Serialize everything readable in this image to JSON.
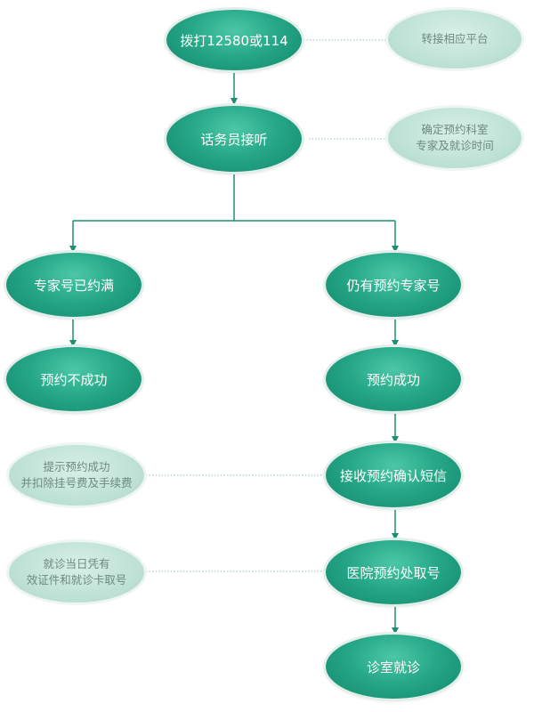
{
  "colors": {
    "node": "#26a888",
    "line": "#1f8f72",
    "dotted": "#9bbfb2"
  },
  "nodes": {
    "dial": "拨打12580或114",
    "operator": "话务员接听",
    "full": "专家号已约满",
    "available": "仍有预约专家号",
    "fail": "预约不成功",
    "success": "预约成功",
    "sms": "接收预约确认短信",
    "pickup": "医院预约处取号",
    "clinic": "诊室就诊"
  },
  "notes": {
    "platform": [
      "转接相应平台"
    ],
    "confirm": [
      "确定预约科室",
      "专家及就诊时间"
    ],
    "fee": [
      "提示预约成功",
      "并扣除挂号费及手续费"
    ],
    "id": [
      "就诊当日凭有",
      "效证件和就诊卡取号"
    ]
  }
}
